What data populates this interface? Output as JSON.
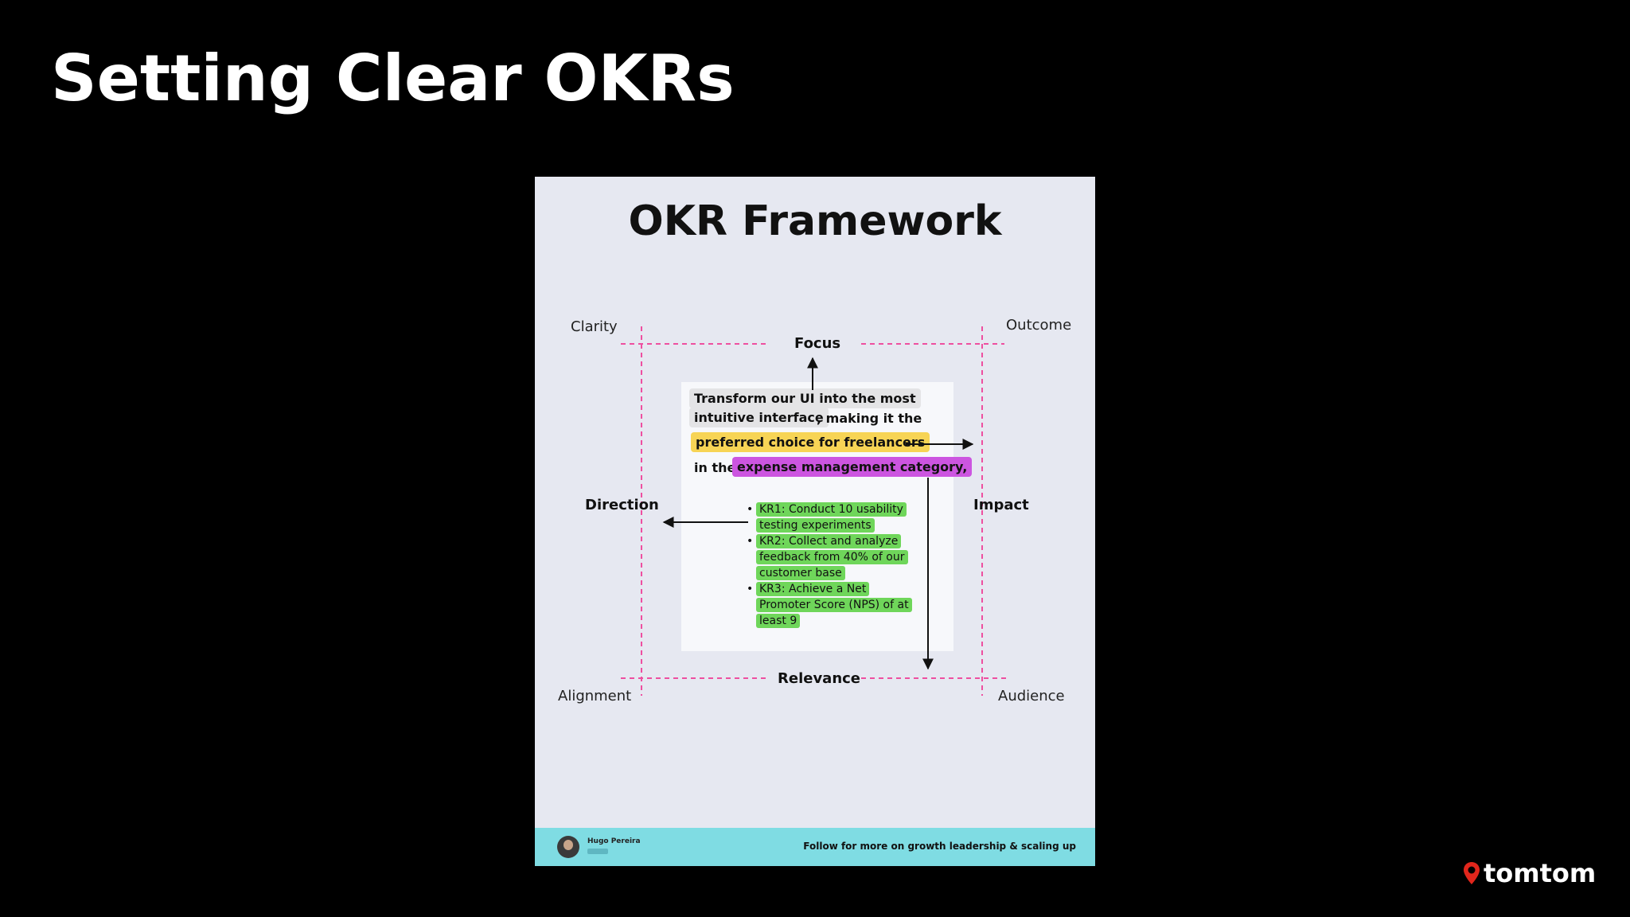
{
  "slide": {
    "title": "Setting Clear OKRs"
  },
  "card": {
    "title": "OKR Framework",
    "corners": {
      "top_left": "Clarity",
      "top_right": "Outcome",
      "bottom_left": "Alignment",
      "bottom_right": "Audience"
    },
    "edges": {
      "top": "Focus",
      "left": "Direction",
      "right": "Impact",
      "bottom": "Relevance"
    },
    "objective": {
      "line1": "Transform our UI into the most",
      "line2_highlight": "intuitive interface",
      "line2_rest": ", making it the",
      "preferred": "preferred choice for freelancers",
      "in_the": "in the",
      "category": "expense management category,"
    },
    "key_results": [
      "KR1: Conduct 10 usability testing experiments",
      "KR2: Collect and analyze feedback from 40% of our customer base",
      "KR3: Achieve a Net Promoter Score (NPS) of at least 9"
    ],
    "colors": {
      "preferred": "#f7d455",
      "category": "#cc55e0",
      "kr": "#6fd65a",
      "dash": "#ee4fa0",
      "footer": "#7fdce3",
      "grey": "#e4e4e6"
    },
    "footer": {
      "author": "Hugo Pereira",
      "follow": "Follow for more on growth leadership & scaling up",
      "avatar_icon": "person-avatar"
    }
  },
  "brand": {
    "name": "tomtom",
    "icon": "map-pin-icon",
    "color": "#e1261c"
  }
}
